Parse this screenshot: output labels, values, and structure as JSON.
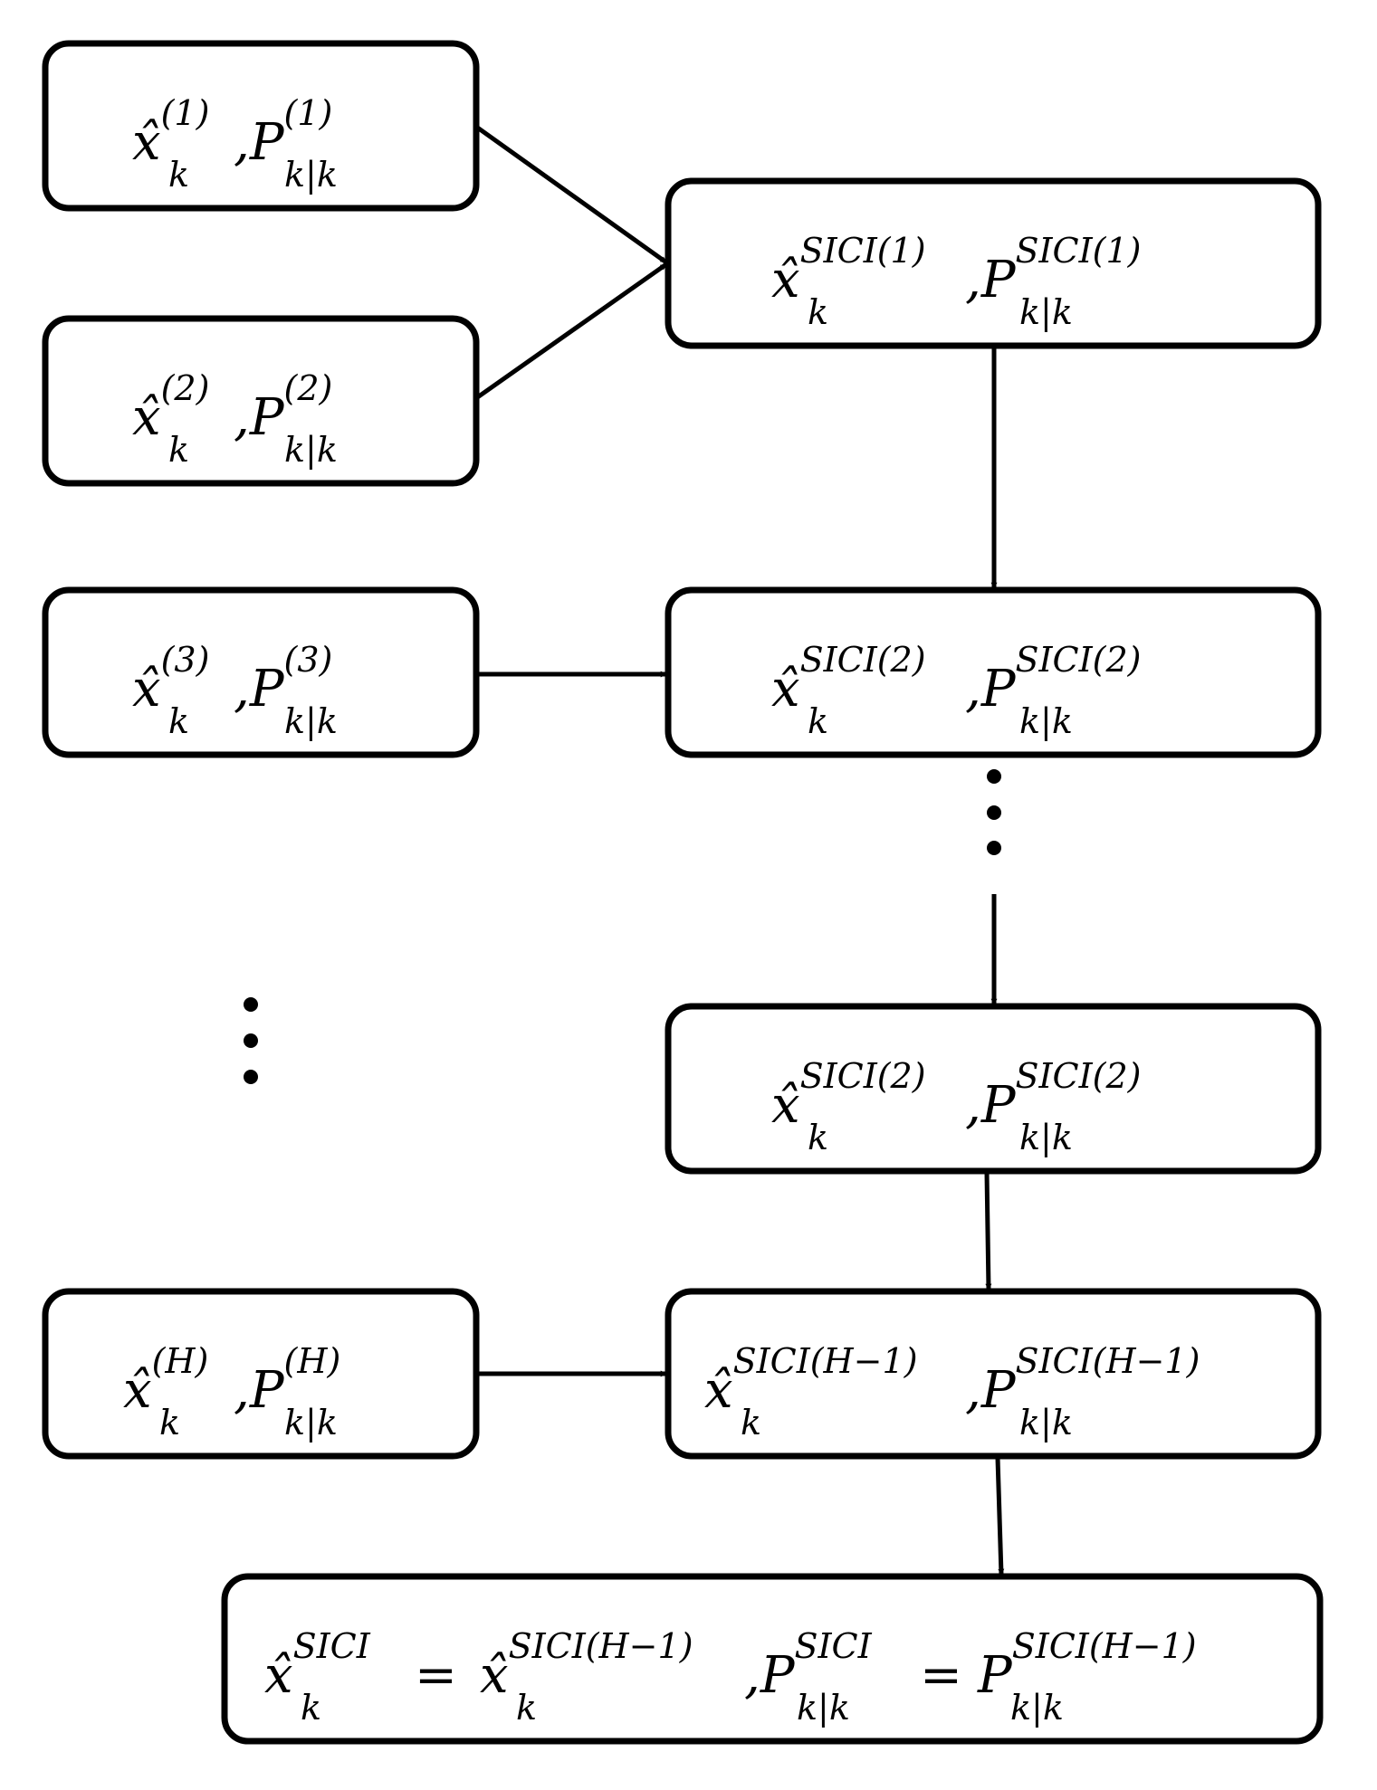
{
  "diagram": {
    "type": "flowchart",
    "colors": {
      "stroke": "#000000",
      "background": "#ffffff"
    },
    "x_symbol": "x̂",
    "p_symbol": "P",
    "subscript_x": "k",
    "subscript_p": "k|k",
    "separator": ",",
    "equals": "=",
    "sup_sici": "SICI",
    "inputs": [
      {
        "id": "in1",
        "sup": "(1)"
      },
      {
        "id": "in2",
        "sup": "(2)"
      },
      {
        "id": "in3",
        "sup": "(3)"
      },
      {
        "id": "inH",
        "sup": "(H)"
      }
    ],
    "fusion": [
      {
        "id": "f1",
        "sup": "SICI(1)"
      },
      {
        "id": "f2",
        "sup": "SICI(2)"
      },
      {
        "id": "f3",
        "sup": "SICI(2)"
      },
      {
        "id": "fH",
        "sup": "SICI(H−1)"
      }
    ],
    "final": {
      "id": "final",
      "sup_lhs": "SICI",
      "sup_rhs": "SICI(H−1)"
    },
    "edges": [
      {
        "from": "in1",
        "to": "f1"
      },
      {
        "from": "in2",
        "to": "f1"
      },
      {
        "from": "f1",
        "to": "f2"
      },
      {
        "from": "in3",
        "to": "f2"
      },
      {
        "from": "f2",
        "to": "f3",
        "style": "ellipsis"
      },
      {
        "from": "f3",
        "to": "fH"
      },
      {
        "from": "inH",
        "to": "fH"
      },
      {
        "from": "fH",
        "to": "final"
      }
    ]
  }
}
